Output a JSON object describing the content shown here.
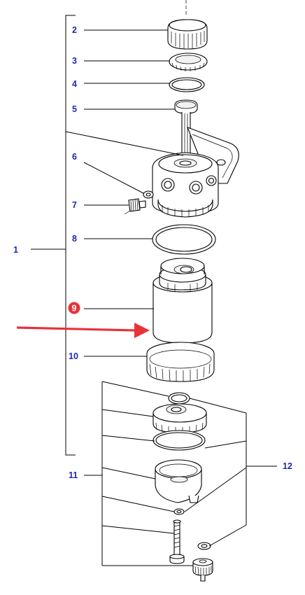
{
  "callouts": {
    "c1": "1",
    "c2": "2",
    "c3": "3",
    "c4": "4",
    "c5": "5",
    "c6": "6",
    "c7": "7",
    "c8": "8",
    "c9": "9",
    "c10": "10",
    "c11": "11",
    "c12": "12"
  },
  "colors": {
    "callout_text": "#1a2bb0",
    "highlight_badge": "#e8323a",
    "arrow": "#e8323a",
    "line": "#000000"
  },
  "highlighted_part": "9"
}
